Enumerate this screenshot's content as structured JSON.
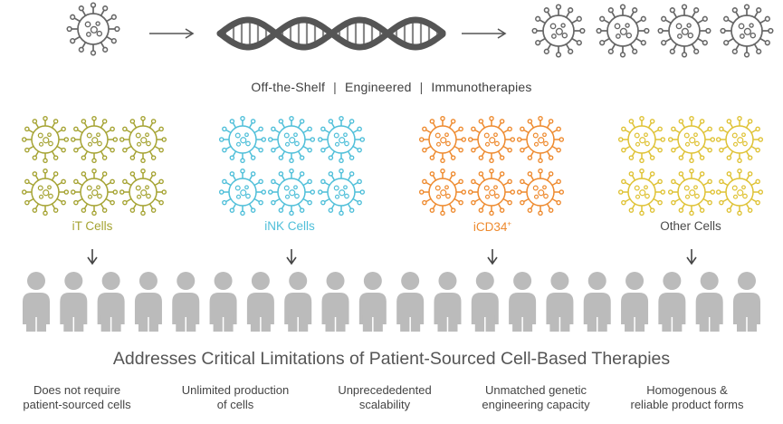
{
  "tagline": {
    "part1": "Off-the-Shelf",
    "part2": "Engineered",
    "part3": "Immunotherapies",
    "separator": "|"
  },
  "cell_groups": [
    {
      "label": "iT Cells",
      "color": "#a5a332"
    },
    {
      "label": "iNK Cells",
      "color": "#4fbfd9"
    },
    {
      "label": "iCD34",
      "label_sup": "+",
      "color": "#ee8a2e"
    },
    {
      "label": "Other Cells",
      "color": "#dfc234"
    }
  ],
  "neutral_color": "#666666",
  "person_color": "#bbbbbb",
  "headline": "Addresses Critical Limitations of Patient-Sourced Cell-Based Therapies",
  "benefits": [
    {
      "line1": "Does not require",
      "line2": "patient-sourced cells"
    },
    {
      "line1": "Unlimited production",
      "line2": "of cells"
    },
    {
      "line1": "Unprecededented",
      "line2": "scalability"
    },
    {
      "line1": "Unmatched genetic",
      "line2": "engineering capacity"
    },
    {
      "line1": "Homogenous &",
      "line2": "reliable product forms"
    }
  ]
}
